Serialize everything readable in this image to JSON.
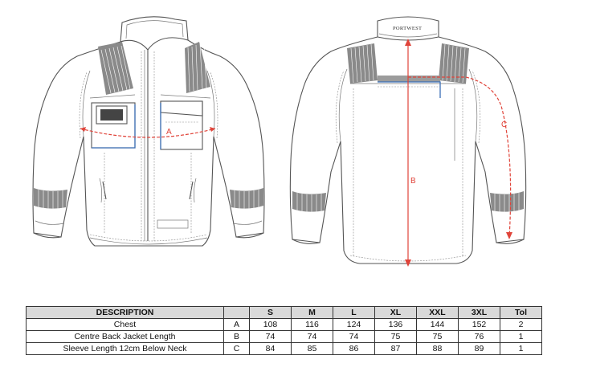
{
  "diagram": {
    "brand_label": "PORTWEST",
    "measure_labels": {
      "chest": "A",
      "back_length": "B",
      "sleeve": "C"
    }
  },
  "table": {
    "headers": {
      "description": "DESCRIPTION",
      "code": "",
      "sizes": [
        "S",
        "M",
        "L",
        "XL",
        "XXL",
        "3XL"
      ],
      "tolerance": "Tol"
    },
    "rows": [
      {
        "description": "Chest",
        "code": "A",
        "values": [
          "108",
          "116",
          "124",
          "136",
          "144",
          "152"
        ],
        "tolerance": "2"
      },
      {
        "description": "Centre Back Jacket Length",
        "code": "B",
        "values": [
          "74",
          "74",
          "74",
          "75",
          "75",
          "76"
        ],
        "tolerance": "1"
      },
      {
        "description": "Sleeve Length 12cm Below Neck",
        "code": "C",
        "values": [
          "84",
          "85",
          "86",
          "87",
          "88",
          "89"
        ],
        "tolerance": "1"
      }
    ]
  },
  "colors": {
    "measure_line": "#e0443a",
    "reflective_tape": "#8a8a8a",
    "accent_blue": "#3b6fb6"
  }
}
